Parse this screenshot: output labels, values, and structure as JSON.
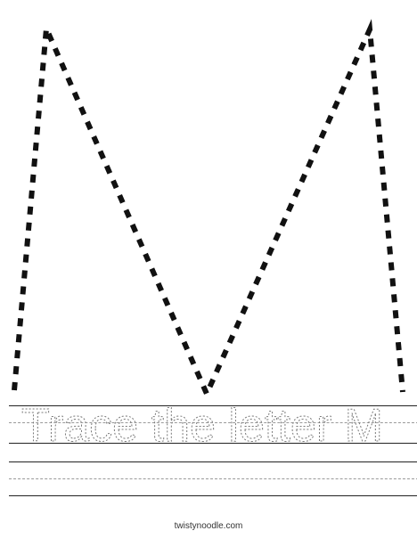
{
  "worksheet": {
    "letter": "M",
    "trace_text": "Trace the letter M",
    "footer": "twistynoodle.com"
  },
  "colors": {
    "ink": "#111111",
    "guide": "#9a9a9a",
    "trace_outline": "#7a7a7a"
  }
}
